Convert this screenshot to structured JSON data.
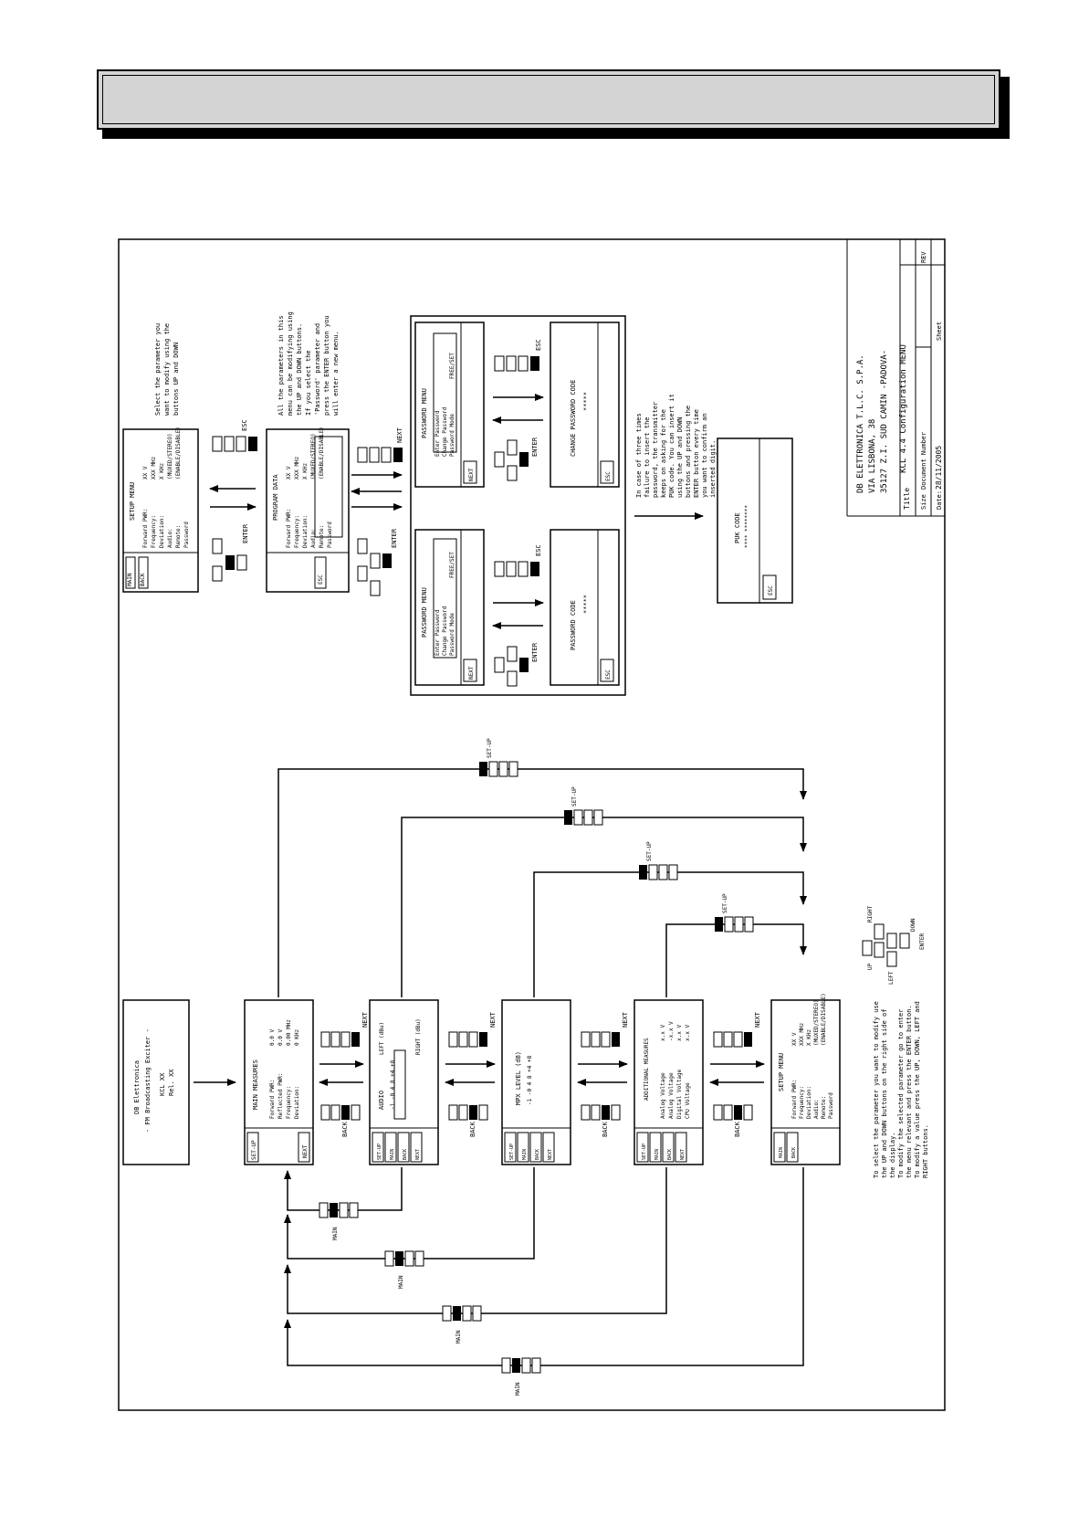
{
  "header": {
    "title": ""
  },
  "title_block": {
    "company": "DB ELETTRONICA T.L.C. S.P.A.",
    "street": "VIA LISBONA, 38",
    "city": "35127 Z.I. SUD CAMIN -PADOVA-",
    "title_label": "Title",
    "title_value": "KCL 4.4 Configuration MENU",
    "size_label": "Size",
    "docnum_label": "Document Number",
    "rev_label": "REV",
    "date_label": "Date:",
    "date_value": "28/11/2005",
    "sheet_label": "Sheet"
  },
  "splash": {
    "line1": "DB Elettronica",
    "line2": "- FM Broadcasting Exciter -",
    "line3": "KCL XX",
    "line4": "Rel. XX"
  },
  "button_labels": {
    "next": "NEXT",
    "back": "BACK",
    "main": "MAIN",
    "setup": "SET-UP",
    "esc": "ESC",
    "enter": "ENTER"
  },
  "keypad_legend": {
    "up": "UP",
    "down": "DOWN",
    "left": "LEFT",
    "right": "RIGHT",
    "enter": "ENTER"
  },
  "screens": {
    "main_measures": {
      "title": "MAIN MEASURES",
      "rows": [
        "Forward PWR:",
        "Reflected PWR:",
        "Frequency:",
        "Deviation:"
      ],
      "values": [
        "0.0  V",
        "0.0  V",
        "0.00 MHz",
        "0  KHz"
      ],
      "softkeys": [
        "SET-UP",
        "NEXT"
      ]
    },
    "audio": {
      "title": "AUDIO",
      "left_label": "LEFT (dBu)",
      "right_label": "RIGHT (dBu)",
      "scale": "-1 -0 4 8 +4 +8",
      "softkeys": [
        "SET-UP",
        "MAIN",
        "BACK",
        "NEXT"
      ]
    },
    "mpx": {
      "title": "MPX LEVEL (dB)",
      "scale": "-1 -0 4 8 +4 +8",
      "softkeys": [
        "SET-UP",
        "MAIN",
        "BACK",
        "NEXT"
      ]
    },
    "additional": {
      "title": "ADDITIONAL MEASURES",
      "rows": [
        "Analog Voltage",
        "Analog Voltage",
        "Digital Voltage",
        "CPU Voltage"
      ],
      "values": [
        "x.x V",
        "-x.x V",
        "x.x V",
        "x.x V"
      ],
      "softkeys": [
        "SET-UP",
        "MAIN",
        "BACK",
        "NEXT"
      ]
    },
    "setup_main": {
      "title": "SETUP MENU",
      "rows": [
        "Forward PWR:",
        "Frequency:",
        "Deviation:",
        "Audio:",
        "Remote:",
        "Password"
      ],
      "values": [
        "XX V",
        "XXX MHz",
        "X KHz",
        "(MUXED/STEREO)",
        "(ENABLE/DISABLE)",
        ""
      ],
      "softkeys": [
        "MAIN",
        "BACK"
      ]
    },
    "setup_top": {
      "title": "SETUP MENU",
      "rows": [
        "Forward PWR:",
        "Frequency:",
        "Deviation:",
        "Audio:",
        "Remote:",
        "Password"
      ],
      "values": [
        "XX V",
        "XXX MHz",
        "X KHz",
        "(MUXED/STEREO)",
        "(ENABLE/DISABLE)",
        ""
      ],
      "softkeys": [
        "MAIN",
        "BACK"
      ]
    },
    "program_data": {
      "title": "PROGRAM DATA",
      "rows": [
        "Forward PWR:",
        "Frequency:",
        "Deviation:",
        "Audio:",
        "Remote:",
        "Password"
      ],
      "values": [
        "XX V",
        "XXX MHz",
        "X KHz",
        "(MUXED/STEREO)",
        "(ENABLE/DISABLE)",
        ""
      ],
      "softkeys": [
        "ESC"
      ]
    },
    "password_menu_1": {
      "title": "PASSWORD MENU",
      "rows": [
        "Enter Password",
        "Change Password",
        "Password Mode"
      ],
      "mode": "FREE/SET",
      "softkeys": [
        "NEXT"
      ]
    },
    "password_menu_2": {
      "title": "PASSWORD MENU",
      "rows": [
        "Enter Password",
        "Change Password",
        "Password Mode"
      ],
      "mode": "FREE/SET",
      "softkeys": [
        "NEXT"
      ]
    },
    "password_code": {
      "title": "PASSWORD CODE",
      "value": "*****",
      "softkeys": [
        "ESC"
      ]
    },
    "change_password": {
      "title": "CHANGE PASSWORD CODE",
      "value": "*****",
      "softkeys": [
        "ESC"
      ]
    },
    "puk": {
      "title": "PUK CODE",
      "value": "**** ********",
      "softkeys": [
        "ESC"
      ]
    }
  },
  "notes": {
    "setup_hint": "Select the parameter you want to modify using the buttons UP and DOWN",
    "program_hint": "All the parameters in this menu can be modifying using the UP and DOWN buttons. If you select the 'Password' parameter and press the ENTER button you will enter a new menu.",
    "puk_hint": "In case of three times failure to insert the password, the transmitter keeps on asking for the PUK code. You can insert it using the UP and DOWN buttons and pressing the ENTER button every time you want to confirm an inserted digit.",
    "bottom_hint": "To select the parameter you want to modify use the UP and DOWN buttons on the right side of the display. To modify the selected parameter go to enter the menu relevant and press the ENTER button. To modify a value press the UP, DOWN, LEFT and RIGHT buttons."
  }
}
